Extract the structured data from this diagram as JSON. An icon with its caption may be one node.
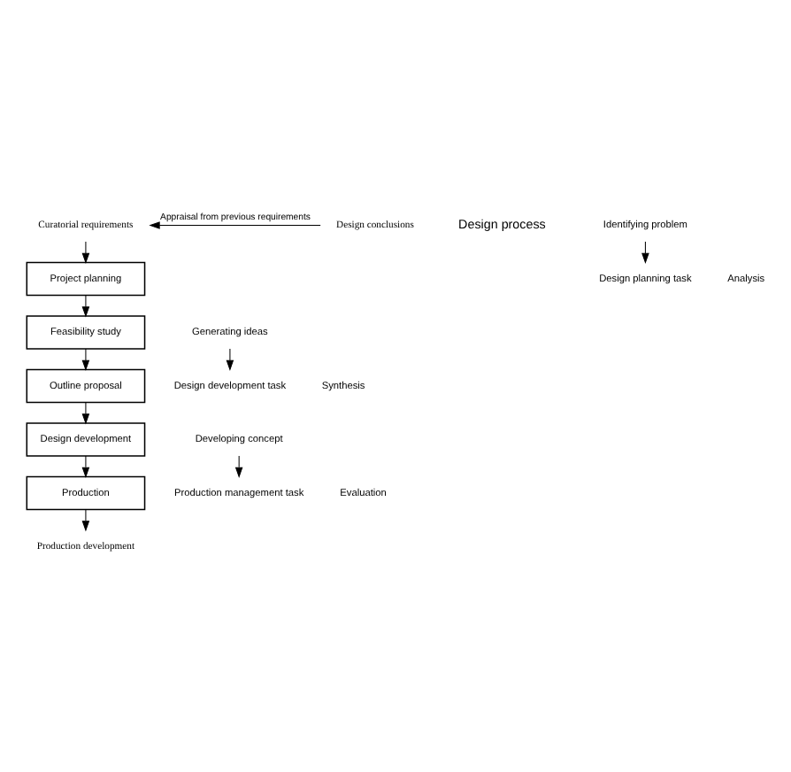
{
  "diagram": {
    "nodes": [
      {
        "text": [
          "Curatorial requirements"
        ]
      },
      {
        "text": [
          "Project planning"
        ]
      },
      {
        "text": [
          "Feasibility study"
        ]
      },
      {
        "text": [
          "Outline proposal"
        ]
      },
      {
        "text": [
          "Design development"
        ]
      },
      {
        "text": [
          "Production"
        ]
      },
      {
        "text": [
          "Production development"
        ]
      },
      {
        "text": [
          "Design conclusions"
        ]
      },
      {
        "text": [
          "Identifying problem"
        ]
      },
      {
        "text": [
          "Design planning task"
        ]
      },
      {
        "text": [
          "Generating ideas"
        ]
      },
      {
        "text": [
          "Design development task"
        ]
      },
      {
        "text": [
          "Developing concept"
        ]
      },
      {
        "text": [
          "Production management task"
        ]
      }
    ],
    "edges": [
      {
        "from": 0,
        "to": 1,
        "arrow": "to"
      },
      {
        "from": 1,
        "to": 2,
        "arrow": "to"
      },
      {
        "from": 2,
        "to": 3,
        "arrow": "to"
      },
      {
        "from": 3,
        "to": 4,
        "arrow": "to"
      },
      {
        "from": 4,
        "to": 5,
        "arrow": "to"
      },
      {
        "from": 5,
        "to": 6,
        "arrow": "to"
      },
      {
        "from": 7,
        "to": 0,
        "label": "Appraisal from previous requirements",
        "arrow": "to"
      },
      {
        "from": 8,
        "to": 9,
        "arrow": "to"
      },
      {
        "from": 10,
        "to": 11,
        "arrow": "to"
      },
      {
        "from": 12,
        "to": 13,
        "arrow": "to"
      }
    ],
    "labels": [
      "Design process",
      "Analysis",
      "Synthesis",
      "Evaluation"
    ]
  }
}
